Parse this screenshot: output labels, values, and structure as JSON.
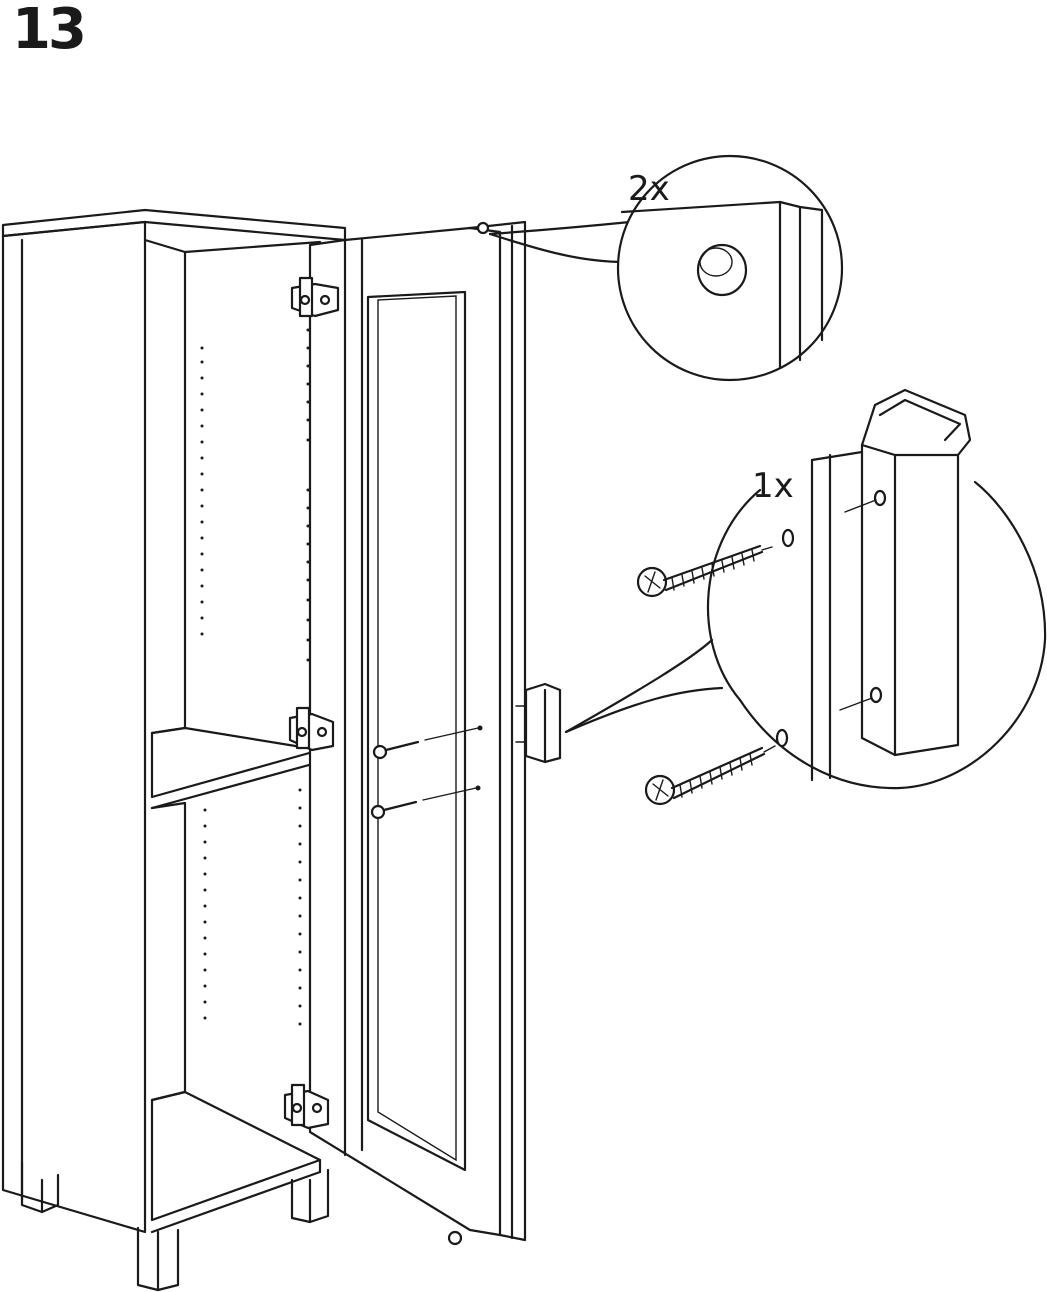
{
  "step": {
    "number": "13"
  },
  "callouts": {
    "bumper_quantity": "2x",
    "handle_quantity": "1x"
  },
  "icons": {
    "cabinet": "cabinet-illustration",
    "door": "door-illustration",
    "hinge": "hinge-icon",
    "bumper": "door-bumper-icon",
    "handle": "handle-icon",
    "screw": "screw-icon"
  },
  "colors": {
    "ink": "#1a1a1a",
    "paper": "#ffffff"
  }
}
